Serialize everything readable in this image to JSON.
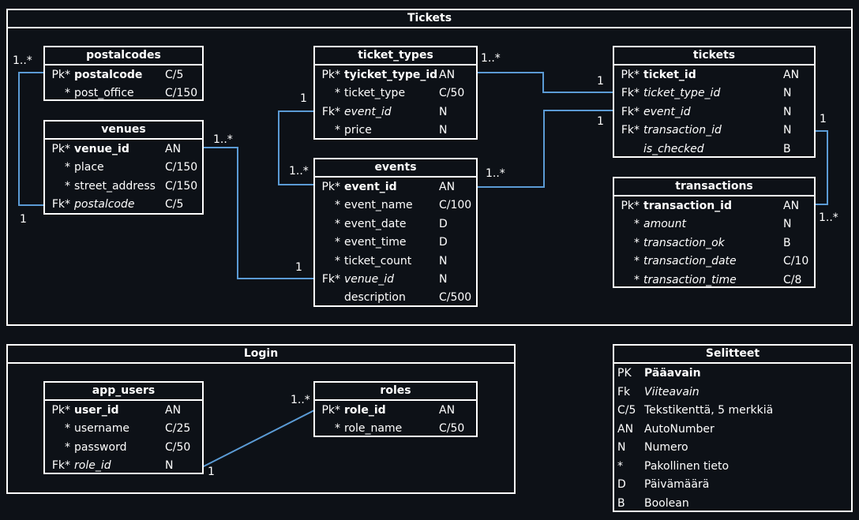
{
  "groups": {
    "tickets": "Tickets",
    "login": "Login",
    "legend": "Selitteet"
  },
  "entities": {
    "postalcodes": {
      "title": "postalcodes",
      "rows": [
        {
          "key": "Pk*",
          "name": "postalcode",
          "type": "C/5",
          "bold": true,
          "italic": false
        },
        {
          "key": "*",
          "name": "post_office",
          "type": "C/150",
          "bold": false,
          "italic": false
        }
      ]
    },
    "venues": {
      "title": "venues",
      "rows": [
        {
          "key": "Pk*",
          "name": "venue_id",
          "type": "AN",
          "bold": true,
          "italic": false
        },
        {
          "key": "*",
          "name": "place",
          "type": "C/150",
          "bold": false,
          "italic": false
        },
        {
          "key": "*",
          "name": "street_address",
          "type": "C/150",
          "bold": false,
          "italic": false
        },
        {
          "key": "Fk*",
          "name": "postalcode",
          "type": "C/5",
          "bold": false,
          "italic": true
        }
      ]
    },
    "ticket_types": {
      "title": "ticket_types",
      "rows": [
        {
          "key": "Pk*",
          "name": "tyicket_type_id",
          "type": "AN",
          "bold": true,
          "italic": false
        },
        {
          "key": "*",
          "name": "ticket_type",
          "type": "C/50",
          "bold": false,
          "italic": false
        },
        {
          "key": "Fk*",
          "name": "event_id",
          "type": "N",
          "bold": false,
          "italic": true
        },
        {
          "key": "*",
          "name": "price",
          "type": "N",
          "bold": false,
          "italic": false
        }
      ]
    },
    "events": {
      "title": "events",
      "rows": [
        {
          "key": "Pk*",
          "name": "event_id",
          "type": "AN",
          "bold": true,
          "italic": false
        },
        {
          "key": "*",
          "name": "event_name",
          "type": "C/100",
          "bold": false,
          "italic": false
        },
        {
          "key": "*",
          "name": "event_date",
          "type": "D",
          "bold": false,
          "italic": false
        },
        {
          "key": "*",
          "name": "event_time",
          "type": "D",
          "bold": false,
          "italic": false
        },
        {
          "key": "*",
          "name": "ticket_count",
          "type": "N",
          "bold": false,
          "italic": false
        },
        {
          "key": "Fk*",
          "name": "venue_id",
          "type": "N",
          "bold": false,
          "italic": true
        },
        {
          "key": "",
          "name": "description",
          "type": "C/500",
          "bold": false,
          "italic": false
        }
      ]
    },
    "tickets": {
      "title": "tickets",
      "rows": [
        {
          "key": "Pk*",
          "name": "ticket_id",
          "type": "AN",
          "bold": true,
          "italic": false
        },
        {
          "key": "Fk*",
          "name": "ticket_type_id",
          "type": "N",
          "bold": false,
          "italic": true
        },
        {
          "key": "Fk*",
          "name": "event_id",
          "type": "N",
          "bold": false,
          "italic": true
        },
        {
          "key": "Fk*",
          "name": "transaction_id",
          "type": "N",
          "bold": false,
          "italic": true
        },
        {
          "key": "",
          "name": "is_checked",
          "type": "B",
          "bold": false,
          "italic": true
        }
      ]
    },
    "transactions": {
      "title": "transactions",
      "rows": [
        {
          "key": "Pk*",
          "name": "transaction_id",
          "type": "AN",
          "bold": true,
          "italic": false
        },
        {
          "key": "*",
          "name": "amount",
          "type": "N",
          "bold": false,
          "italic": true
        },
        {
          "key": "*",
          "name": "transaction_ok",
          "type": "B",
          "bold": false,
          "italic": true
        },
        {
          "key": "*",
          "name": "transaction_date",
          "type": "C/10",
          "bold": false,
          "italic": true
        },
        {
          "key": "*",
          "name": "transaction_time",
          "type": "C/8",
          "bold": false,
          "italic": true
        }
      ]
    },
    "app_users": {
      "title": "app_users",
      "rows": [
        {
          "key": "Pk*",
          "name": "user_id",
          "type": "AN",
          "bold": true,
          "italic": false
        },
        {
          "key": "*",
          "name": "username",
          "type": "C/25",
          "bold": false,
          "italic": false
        },
        {
          "key": "*",
          "name": "password",
          "type": "C/50",
          "bold": false,
          "italic": false
        },
        {
          "key": "Fk*",
          "name": "role_id",
          "type": "N",
          "bold": false,
          "italic": true
        }
      ]
    },
    "roles": {
      "title": "roles",
      "rows": [
        {
          "key": "Pk*",
          "name": "role_id",
          "type": "AN",
          "bold": true,
          "italic": false
        },
        {
          "key": "*",
          "name": "role_name",
          "type": "C/50",
          "bold": false,
          "italic": false
        }
      ]
    }
  },
  "multiplicities": {
    "postalcodes_many": "1..*",
    "venues_postalcode_one": "1",
    "venues_many": "1..*",
    "events_venue_one": "1",
    "ticket_types_event_one": "1",
    "events_tt_many": "1..*",
    "ticket_types_many": "1..*",
    "tickets_tt_one": "1",
    "events_tickets_many": "1..*",
    "tickets_event_one": "1",
    "tickets_transaction_one": "1",
    "transactions_many": "1..*",
    "roles_many": "1..*",
    "app_users_role_one": "1"
  },
  "legend": [
    {
      "abbr": "PK",
      "text": "Pääavain",
      "bold": true,
      "italic": false
    },
    {
      "abbr": "Fk",
      "text": "Viiteavain",
      "bold": false,
      "italic": true
    },
    {
      "abbr": "C/5",
      "text": "Tekstikenttä, 5 merkkiä",
      "bold": false,
      "italic": false
    },
    {
      "abbr": "AN",
      "text": "AutoNumber",
      "bold": false,
      "italic": false
    },
    {
      "abbr": "N",
      "text": "Numero",
      "bold": false,
      "italic": false
    },
    {
      "abbr": "*",
      "text": "Pakollinen tieto",
      "bold": false,
      "italic": false
    },
    {
      "abbr": "D",
      "text": "Päivämäärä",
      "bold": false,
      "italic": false
    },
    {
      "abbr": "B",
      "text": "Boolean",
      "bold": false,
      "italic": false
    }
  ],
  "colors": {
    "background": "#0d1117",
    "border": "#ffffff",
    "connector": "#5b9bd5"
  }
}
